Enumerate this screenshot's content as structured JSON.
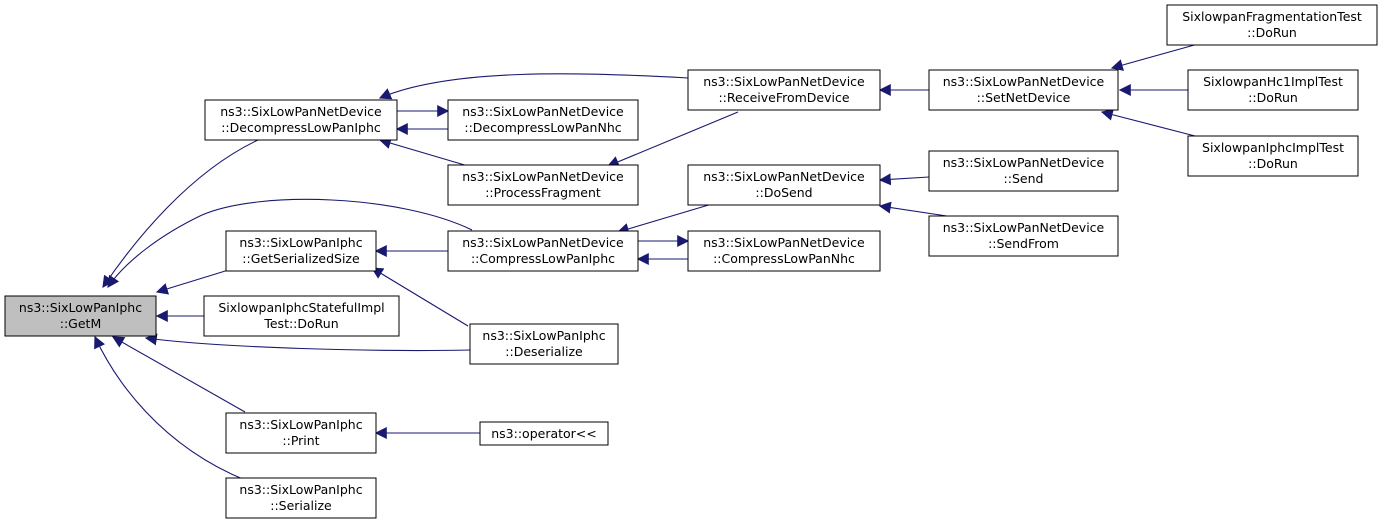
{
  "colors": {
    "edge": "#191970",
    "node_fill": "#ffffff",
    "root_fill": "#bfbfbf",
    "border": "#000000"
  },
  "nodes": {
    "getm": {
      "line1": "ns3::SixLowPanIphc",
      "line2": "::GetM",
      "highlight": true
    },
    "decompress_iphc": {
      "line1": "ns3::SixLowPanNetDevice",
      "line2": "::DecompressLowPanIphc"
    },
    "getserializedsize": {
      "line1": "ns3::SixLowPanIphc",
      "line2": "::GetSerializedSize"
    },
    "stateful_test": {
      "line1": "SixlowpanIphcStatefulImpl",
      "line2": "Test::DoRun"
    },
    "deserialize": {
      "line1": "ns3::SixLowPanIphc",
      "line2": "::Deserialize"
    },
    "print": {
      "line1": "ns3::SixLowPanIphc",
      "line2": "::Print"
    },
    "serialize": {
      "line1": "ns3::SixLowPanIphc",
      "line2": "::Serialize"
    },
    "decompress_nhc": {
      "line1": "ns3::SixLowPanNetDevice",
      "line2": "::DecompressLowPanNhc"
    },
    "processfragment": {
      "line1": "ns3::SixLowPanNetDevice",
      "line2": "::ProcessFragment"
    },
    "compress_iphc": {
      "line1": "ns3::SixLowPanNetDevice",
      "line2": "::CompressLowPanIphc"
    },
    "operator_out": {
      "line1": "ns3::operator<<",
      "line2": ""
    },
    "receivefromdevice": {
      "line1": "ns3::SixLowPanNetDevice",
      "line2": "::ReceiveFromDevice"
    },
    "dosend": {
      "line1": "ns3::SixLowPanNetDevice",
      "line2": "::DoSend"
    },
    "compress_nhc": {
      "line1": "ns3::SixLowPanNetDevice",
      "line2": "::CompressLowPanNhc"
    },
    "setnetdevice": {
      "line1": "ns3::SixLowPanNetDevice",
      "line2": "::SetNetDevice"
    },
    "send": {
      "line1": "ns3::SixLowPanNetDevice",
      "line2": "::Send"
    },
    "sendfrom": {
      "line1": "ns3::SixLowPanNetDevice",
      "line2": "::SendFrom"
    },
    "frag_test": {
      "line1": "SixlowpanFragmentationTest",
      "line2": "::DoRun"
    },
    "hc1_test": {
      "line1": "SixlowpanHc1ImplTest",
      "line2": "::DoRun"
    },
    "iphc_test": {
      "line1": "SixlowpanIphcImplTest",
      "line2": "::DoRun"
    }
  }
}
